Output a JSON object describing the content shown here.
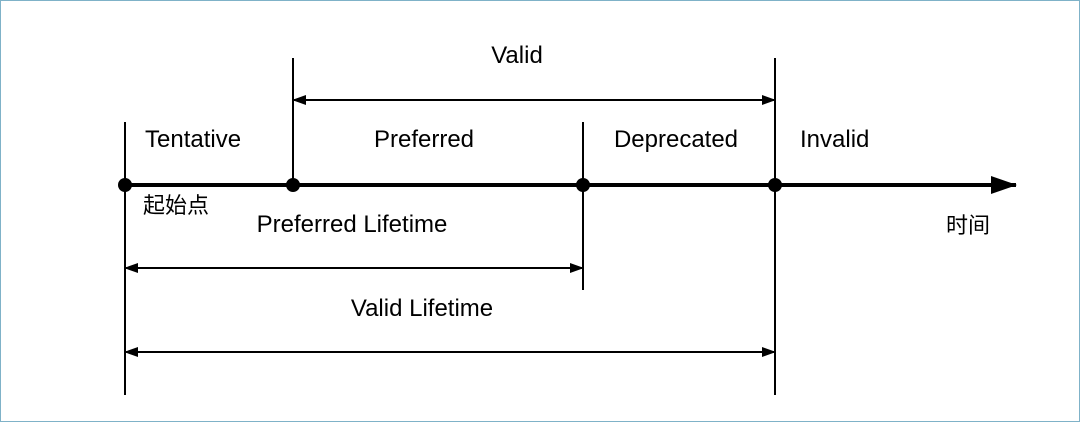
{
  "diagram": {
    "labels": {
      "valid": "Valid",
      "tentative": "Tentative",
      "preferred": "Preferred",
      "deprecated": "Deprecated",
      "invalid": "Invalid",
      "start_point": "起始点",
      "time": "时间",
      "preferred_lifetime": "Preferred Lifetime",
      "valid_lifetime": "Valid Lifetime"
    },
    "colors": {
      "line": "#000000",
      "frame_border": "#7fb2c8"
    }
  }
}
